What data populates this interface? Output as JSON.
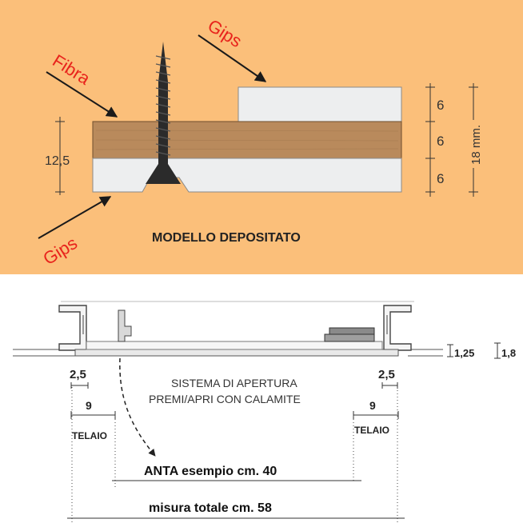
{
  "top_panel": {
    "labels": {
      "fibra": "Fibra",
      "gips_top": "Gips",
      "gips_bottom": "Gips",
      "thickness_left": "12,5",
      "layer_1": "6",
      "layer_2": "6",
      "layer_3": "6",
      "total_thickness": "18 mm.",
      "caption": "MODELLO DEPOSITATO"
    },
    "colors": {
      "background": "#FBBF7A",
      "fibre_board": "#B98A5C",
      "gypsum": "#EDEEEF",
      "annotation_red": "#E8231C"
    }
  },
  "bottom_panel": {
    "labels": {
      "dim_1_25": "1,25",
      "dim_1_8": "1,8",
      "left_2_5": "2,5",
      "right_2_5": "2,5",
      "left_9": "9",
      "right_9": "9",
      "left_telaio": "TELAIO",
      "right_telaio": "TELAIO",
      "system_line_1": "SISTEMA DI APERTURA",
      "system_line_2": "PREMI/APRI CON CALAMITE",
      "anta": "ANTA  esempio  cm. 40",
      "total": "misura totale  cm. 58"
    }
  }
}
